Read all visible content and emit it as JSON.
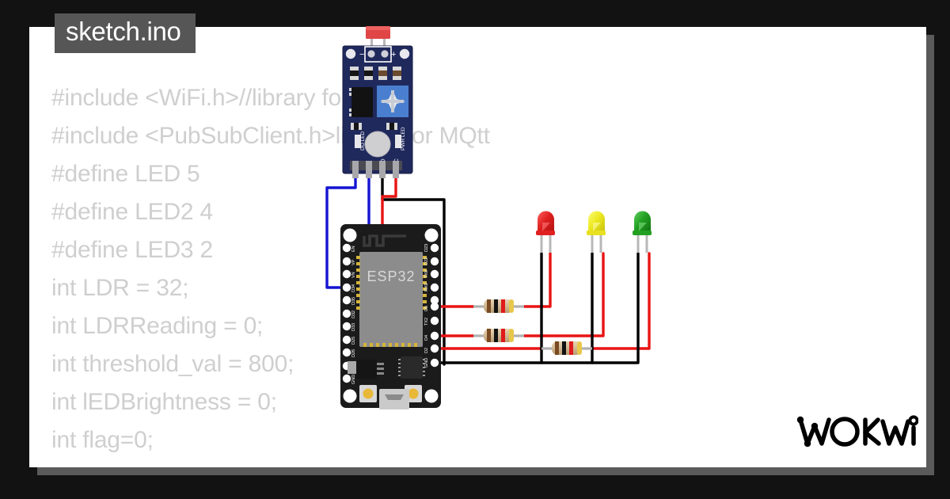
{
  "window": {
    "background_color": "#121212",
    "panel_color": "#ffffff",
    "shadow_color": "#5a5a5a"
  },
  "tab": {
    "label": "sketch.ino",
    "background_color": "#565656",
    "text_color": "#ffffff"
  },
  "editor": {
    "text_color": "#cfcfcf",
    "lines": [
      "#include <WiFi.h>//library for wifi",
      "#include <PubSubClient.h>library for MQtt",
      "#define LED 5",
      "#define LED2 4",
      "#define LED3 2",
      "int LDR = 32;",
      "int LDRReading = 0;",
      "int threshold_val = 800;",
      "int lEDBrightness = 0;",
      "int flag=0;"
    ]
  },
  "branding": {
    "logo_text": "WOKWi",
    "logo_color": "#000000"
  },
  "circuit": {
    "boards": [
      {
        "name": "esp32-devkit",
        "chip_label": "ESP32",
        "pcb_color": "#1b1b1b",
        "left_pins": [
          "EN",
          "VP",
          "VN",
          "D34",
          "D35",
          "D32",
          "D33",
          "D25",
          "D26",
          "D27",
          "D14",
          "D12",
          "D13",
          "GND",
          "VIN"
        ],
        "right_pins": [
          "D23",
          "D22",
          "TX0",
          "RX0",
          "D21",
          "D19",
          "D18",
          "D5",
          "TX2",
          "RX2",
          "D4",
          "D2",
          "D15",
          "GND",
          "3V3"
        ]
      },
      {
        "name": "ldr-photoresistor-module",
        "pcb_color": "#20295c",
        "pins": [
          "AO",
          "DO",
          "GND",
          "VCC"
        ],
        "silkscreen": [
          "DO LED",
          "PWR LED",
          "-",
          "+"
        ],
        "sensor_color": "#e04040"
      }
    ],
    "leds": [
      {
        "name": "led-red",
        "color": "#e02020",
        "label": "red"
      },
      {
        "name": "led-yellow",
        "color": "#e8e020",
        "label": "yellow"
      },
      {
        "name": "led-green",
        "color": "#20a020",
        "label": "green"
      }
    ],
    "resistors": [
      {
        "name": "resistor-1",
        "bands": [
          "brown",
          "black",
          "red",
          "gold"
        ],
        "value": "1000"
      },
      {
        "name": "resistor-2",
        "bands": [
          "brown",
          "black",
          "red",
          "gold"
        ],
        "value": "1000"
      },
      {
        "name": "resistor-3",
        "bands": [
          "brown",
          "black",
          "red",
          "gold"
        ],
        "value": "1000"
      }
    ],
    "wire_colors": {
      "signal": "#1414d2",
      "power": "#e81414",
      "ground": "#000000"
    }
  }
}
